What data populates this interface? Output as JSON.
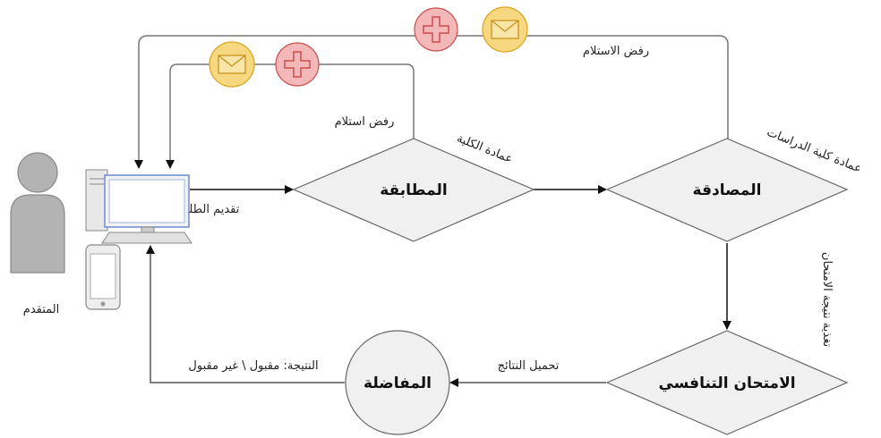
{
  "nodes": {
    "applicant": "المتقدم",
    "matching": "المطابقة",
    "validation": "المصادقة",
    "exam": "الامتحان التنافسي",
    "selection": "المفاضلة"
  },
  "edges": {
    "submit_request": "تقديم الطلب",
    "reject_receipt_inner": "رفض استلام",
    "reject_receipt_outer": "رفض الاستلام",
    "college_dean": "عمادة الكلية",
    "grad_dean": "عمادة كلية الدراسات",
    "feed_exam_result": "تغذية نتيجة الامتحان",
    "upload_results": "تحميل النتائج",
    "result_status": "النتيجة: مقبول \\ غير مقبول"
  },
  "icons": [
    "person-icon",
    "computer-icon",
    "phone-icon",
    "mail-icon",
    "medical-cross-icon"
  ],
  "colors": {
    "stroke": "#555555",
    "person": "#b3b3b3",
    "person_stroke": "#8a8a8a",
    "diamond_fill": "#f0f0f0",
    "mail_fill": "#f7d77f",
    "mail_stroke": "#d7a51f",
    "cross_fill": "#f5b8b8",
    "cross_stroke": "#c94d4d",
    "computer_body": "#f2f2f2",
    "computer_screen_border": "#6a8bd0"
  }
}
